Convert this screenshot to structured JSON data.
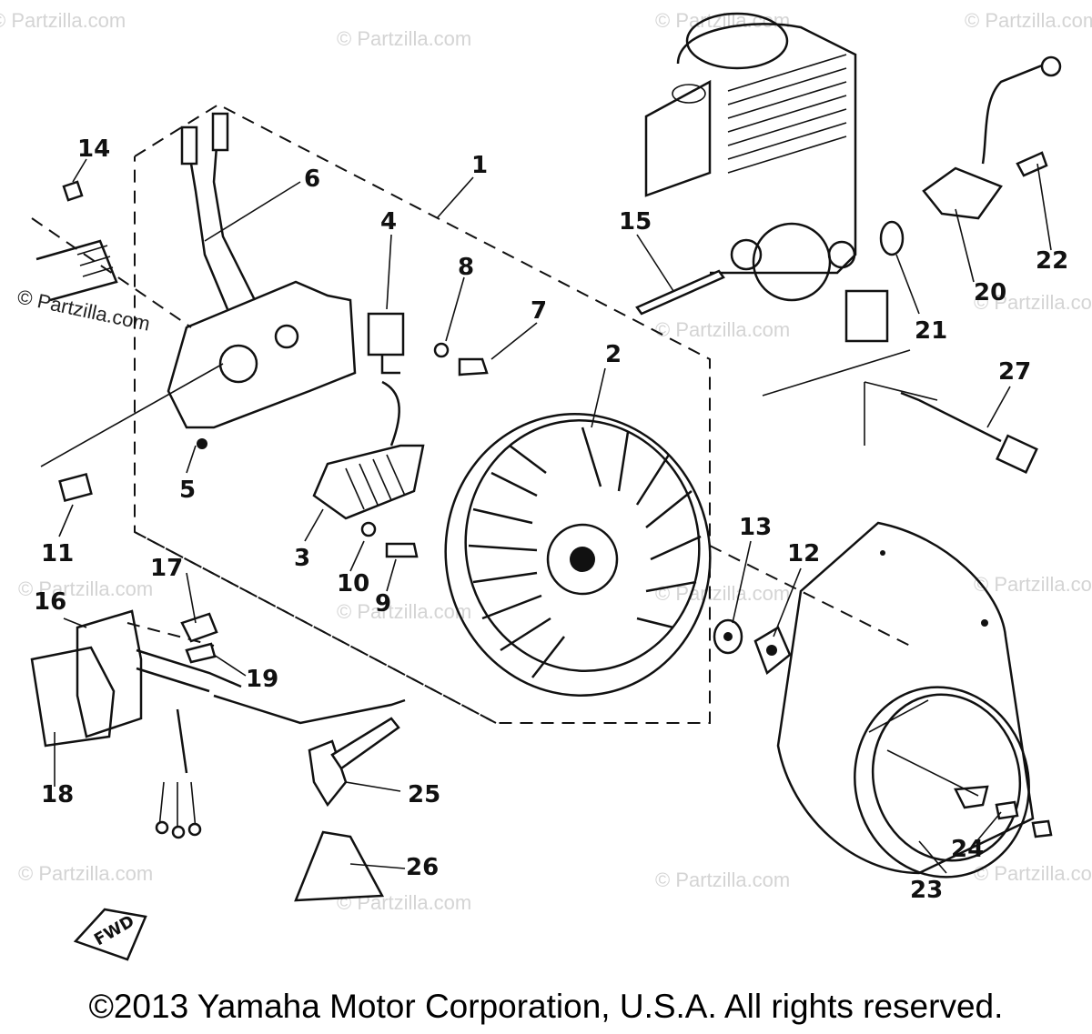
{
  "diagram": {
    "callouts": [
      "1",
      "2",
      "3",
      "4",
      "5",
      "6",
      "7",
      "8",
      "9",
      "10",
      "11",
      "12",
      "13",
      "14",
      "15",
      "16",
      "17",
      "18",
      "19",
      "20",
      "21",
      "22",
      "23",
      "24",
      "25",
      "26",
      "27"
    ],
    "direction_badge": "FWD",
    "watermark": "© Partzilla.com",
    "copyright": "©2013 Yamaha Motor Corporation, U.S.A. All rights reserved."
  }
}
